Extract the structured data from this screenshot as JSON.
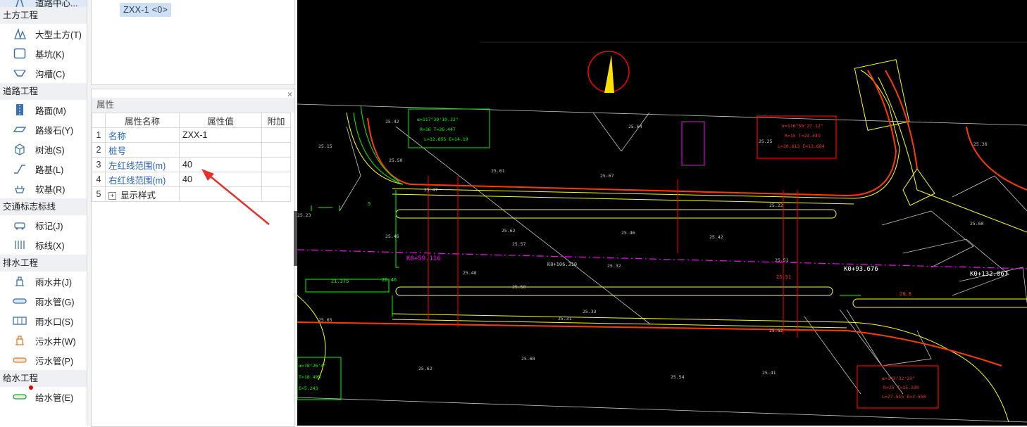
{
  "sidebar": {
    "top_item": "道路中心...",
    "categories": [
      {
        "title": "土方工程",
        "items": [
          {
            "label": "大型土方(T)",
            "icon": "earthwork-icon"
          },
          {
            "label": "基坑(K)",
            "icon": "pit-icon"
          },
          {
            "label": "沟槽(C)",
            "icon": "trench-icon"
          }
        ]
      },
      {
        "title": "道路工程",
        "items": [
          {
            "label": "路面(M)",
            "icon": "road-surface-icon"
          },
          {
            "label": "路缘石(Y)",
            "icon": "curb-icon"
          },
          {
            "label": "树池(S)",
            "icon": "tree-pit-icon"
          },
          {
            "label": "路基(L)",
            "icon": "subgrade-icon"
          },
          {
            "label": "软基(R)",
            "icon": "soft-foundation-icon"
          }
        ]
      },
      {
        "title": "交通标志标线",
        "items": [
          {
            "label": "标记(J)",
            "icon": "vehicle-marker-icon"
          },
          {
            "label": "标线(X)",
            "icon": "road-marking-icon"
          }
        ]
      },
      {
        "title": "排水工程",
        "items": [
          {
            "label": "雨水井(J)",
            "icon": "rain-well-icon"
          },
          {
            "label": "雨水管(G)",
            "icon": "rain-pipe-icon"
          },
          {
            "label": "雨水口(S)",
            "icon": "rain-inlet-icon"
          },
          {
            "label": "污水井(W)",
            "icon": "sewage-well-icon"
          },
          {
            "label": "污水管(P)",
            "icon": "sewage-pipe-icon"
          }
        ]
      },
      {
        "title": "给水工程",
        "items": [
          {
            "label": "给水管(E)",
            "icon": "water-pipe-icon",
            "badge": true
          }
        ]
      }
    ]
  },
  "tree": {
    "selected_node": "ZXX-1 <0>"
  },
  "properties": {
    "panel_title": "属性",
    "close_glyph": "×",
    "columns": [
      "属性名称",
      "属性值",
      "附加"
    ],
    "rows": [
      {
        "no": "1",
        "name": "名称",
        "value": "ZXX-1"
      },
      {
        "no": "2",
        "name": "桩号",
        "value": ""
      },
      {
        "no": "3",
        "name": "左红线范围(m)",
        "value": "40"
      },
      {
        "no": "4",
        "name": "右红线范围(m)",
        "value": "40"
      },
      {
        "no": "5",
        "name": "显示样式",
        "value": "",
        "expandable": true
      }
    ]
  },
  "cad": {
    "background": "#000000",
    "stations": [
      "K0+59.116",
      "K0+106.310",
      "K0+93.676",
      "K0+132.067"
    ],
    "boxes": [
      {
        "lines": [
          "α=117°39'10.22\"",
          "R=16  T=26.447",
          "L=32.855  E=14.19"
        ]
      },
      {
        "lines": [
          "α=116°56'27.12\"",
          "R=15  T=24.449",
          "L=30.613  E=13.684"
        ]
      },
      {
        "lines": [
          "α=143°32'20\"",
          "R=25  T=15.330",
          "L=27.515  E=3.550"
        ]
      },
      {
        "lines": [
          "α=78°26'4\"",
          "T=18.495",
          "E=5.243"
        ]
      }
    ],
    "elevations": [
      "25.42",
      "25.15",
      "25.50",
      "25.47",
      "25.61",
      "25.67",
      "25.64",
      "25.62",
      "25.46",
      "25.57",
      "25.48",
      "25.50",
      "25.33",
      "25.31",
      "25.62",
      "25.68",
      "25.54",
      "25.41",
      "25.42",
      "25.36",
      "25.25",
      "25.23",
      "25.22",
      "25.65",
      "25.46",
      "25.32",
      "25.60",
      "25.51",
      "25.52"
    ],
    "dims": [
      "5",
      "21.375",
      "26.46",
      "25.31",
      "26.8"
    ],
    "colors": {
      "road_edge": "#ffff00",
      "curb": "#ff4000",
      "centerline": "#ff00ff",
      "grid": "#c8c8c8",
      "red": "#ff0000",
      "green": "#00ff00"
    }
  }
}
